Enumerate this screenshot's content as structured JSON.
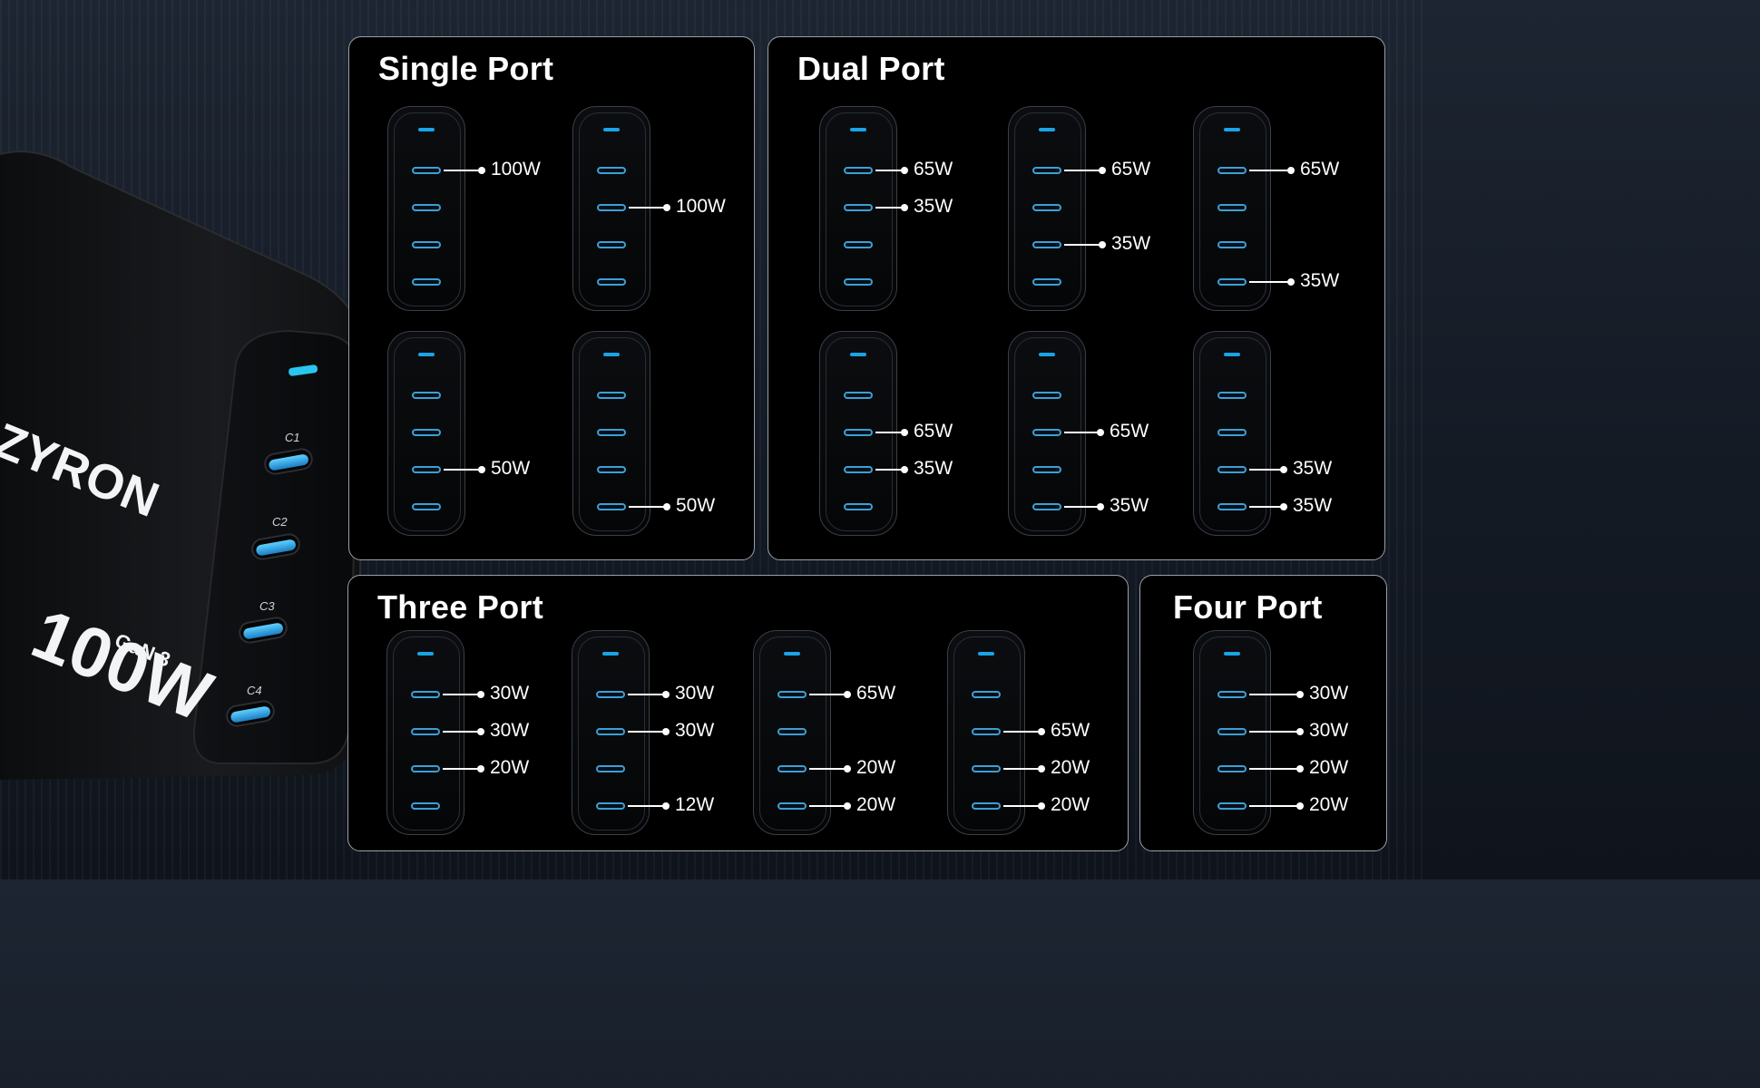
{
  "brand": {
    "name": "ZYRON",
    "power": "100W",
    "tech": "GaN 3",
    "port_labels": [
      "C1",
      "C2",
      "C3",
      "C4"
    ]
  },
  "panels": [
    {
      "title": "Single Port",
      "diagrams": [
        {
          "outputs": [
            {
              "port": 1,
              "label": "100W"
            }
          ]
        },
        {
          "outputs": [
            {
              "port": 2,
              "label": "100W"
            }
          ]
        },
        {
          "outputs": [
            {
              "port": 3,
              "label": "50W"
            }
          ]
        },
        {
          "outputs": [
            {
              "port": 4,
              "label": "50W"
            }
          ]
        }
      ]
    },
    {
      "title": "Dual Port",
      "diagrams": [
        {
          "outputs": [
            {
              "port": 1,
              "label": "65W"
            },
            {
              "port": 2,
              "label": "35W"
            }
          ]
        },
        {
          "outputs": [
            {
              "port": 1,
              "label": "65W"
            },
            {
              "port": 3,
              "label": "35W"
            }
          ]
        },
        {
          "outputs": [
            {
              "port": 1,
              "label": "65W"
            },
            {
              "port": 4,
              "label": "35W"
            }
          ]
        },
        {
          "outputs": [
            {
              "port": 2,
              "label": "65W"
            },
            {
              "port": 3,
              "label": "35W"
            }
          ]
        },
        {
          "outputs": [
            {
              "port": 2,
              "label": "65W"
            },
            {
              "port": 4,
              "label": "35W"
            }
          ]
        },
        {
          "outputs": [
            {
              "port": 3,
              "label": "35W"
            },
            {
              "port": 4,
              "label": "35W"
            }
          ]
        }
      ]
    },
    {
      "title": "Three Port",
      "diagrams": [
        {
          "outputs": [
            {
              "port": 1,
              "label": "30W"
            },
            {
              "port": 2,
              "label": "30W"
            },
            {
              "port": 3,
              "label": "20W"
            }
          ]
        },
        {
          "outputs": [
            {
              "port": 1,
              "label": "30W"
            },
            {
              "port": 2,
              "label": "30W"
            },
            {
              "port": 4,
              "label": "12W"
            }
          ]
        },
        {
          "outputs": [
            {
              "port": 1,
              "label": "65W"
            },
            {
              "port": 3,
              "label": "20W"
            },
            {
              "port": 4,
              "label": "20W"
            }
          ]
        },
        {
          "outputs": [
            {
              "port": 2,
              "label": "65W"
            },
            {
              "port": 3,
              "label": "20W"
            },
            {
              "port": 4,
              "label": "20W"
            }
          ]
        }
      ]
    },
    {
      "title": "Four Port",
      "diagrams": [
        {
          "outputs": [
            {
              "port": 1,
              "label": "30W"
            },
            {
              "port": 2,
              "label": "30W"
            },
            {
              "port": 3,
              "label": "20W"
            },
            {
              "port": 4,
              "label": "20W"
            }
          ]
        }
      ]
    }
  ],
  "colors": {
    "accent": "#1aa4e6",
    "panel_bg": "#000000",
    "panel_border": "#9aa0a8",
    "text": "#ffffff"
  }
}
